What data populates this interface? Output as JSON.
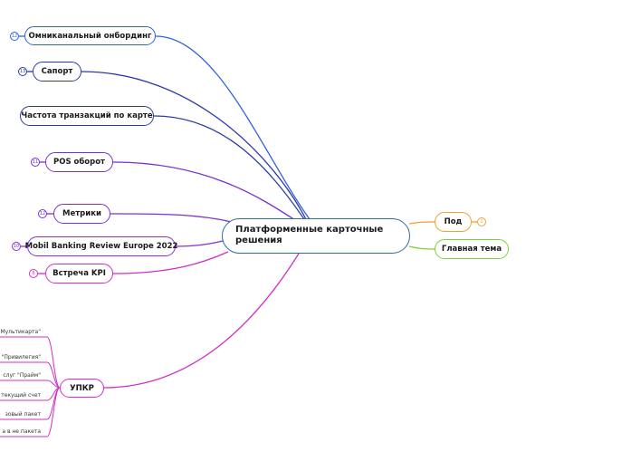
{
  "central": {
    "title": "Платформенные карточные решения"
  },
  "colors": {
    "blue": "#2f62dd",
    "darkblue": "#2b3ba8",
    "purple": "#7a2fd6",
    "magenta": "#d22fc6",
    "orange": "#f0a030",
    "green": "#7ad23a"
  },
  "branches": {
    "omni": {
      "label": "Омниканальный онбординг",
      "badge": "12"
    },
    "support": {
      "label": "Сапорт",
      "badge": "13"
    },
    "freq": {
      "label": "Частота транзакций по карте"
    },
    "pos": {
      "label": "POS оборот",
      "badge": "11"
    },
    "metrics": {
      "label": "Метрики",
      "badge": "12"
    },
    "mbr": {
      "label": "Mobil Banking Review Europe 2022",
      "badge": "10"
    },
    "kpi": {
      "label": "Встреча KPI",
      "badge": "8"
    },
    "upkr": {
      "label": "УПКР"
    },
    "pod": {
      "label": "Под",
      "badge": "1"
    },
    "main_topic": {
      "label": "Главная тема"
    }
  },
  "upkr_leaves": [
    "Мультикарта\"",
    "\"Привилегия\"",
    "слуг \"Прайм\"",
    "текущий счет",
    "зовый пакет",
    "а в не пакета"
  ]
}
